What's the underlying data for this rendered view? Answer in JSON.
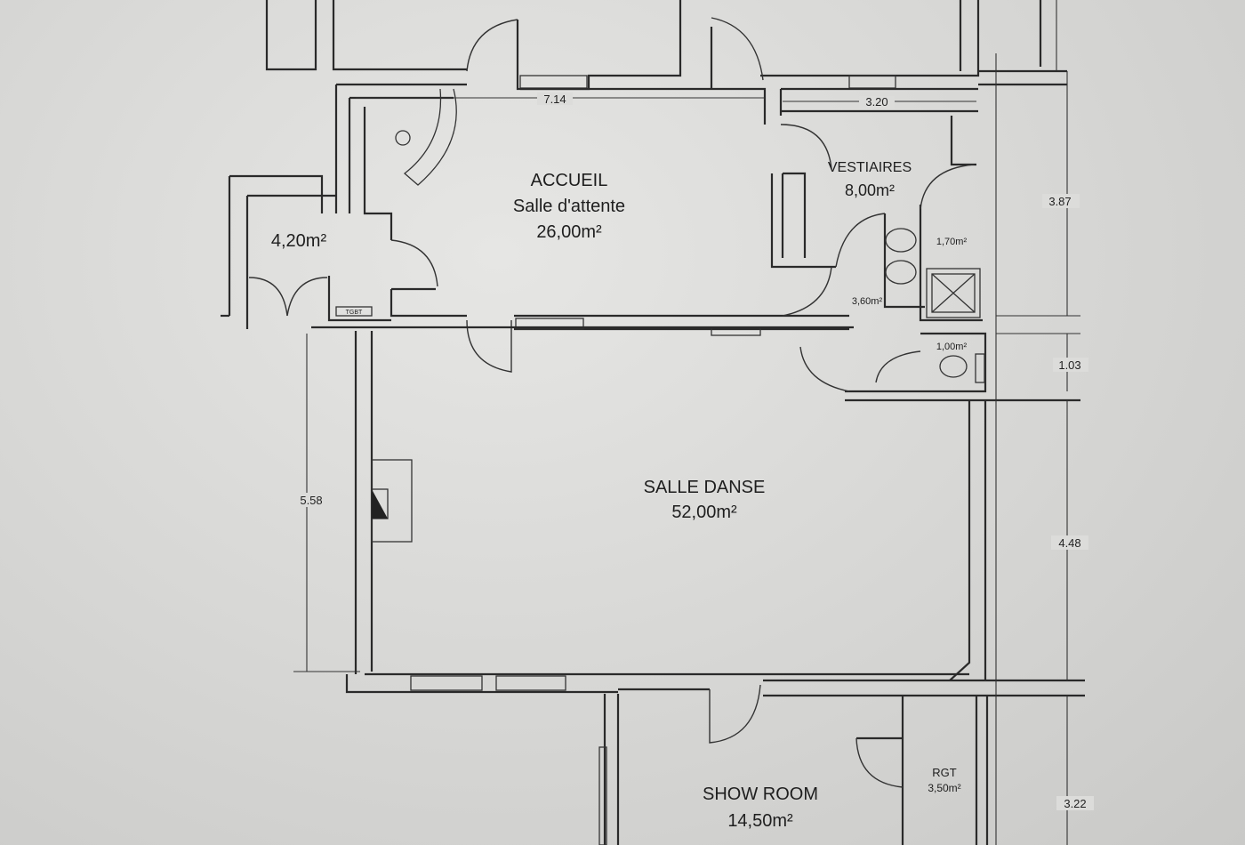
{
  "rooms": {
    "accueil": {
      "name": "ACCUEIL",
      "subtitle": "Salle d'attente",
      "area": "26,00m²"
    },
    "storage_left": {
      "area": "4,20m²"
    },
    "vestiaires": {
      "name": "VESTIAIRES",
      "area": "8,00m²"
    },
    "wc1": {
      "area": "1,70m²"
    },
    "sas": {
      "area": "3,60m²"
    },
    "wc2": {
      "area": "1,00m²"
    },
    "salle_danse": {
      "name": "SALLE DANSE",
      "area": "52,00m²"
    },
    "show_room": {
      "name": "SHOW ROOM",
      "area": "14,50m²"
    },
    "rgt": {
      "name": "RGT",
      "area": "3,50m²"
    }
  },
  "dimensions": {
    "top_accueil": "7.14",
    "top_vestiaires": "3.20",
    "right_upper": "3.87",
    "right_wc": "1.03",
    "right_danse": "4.48",
    "left_danse": "5.58",
    "right_lower": "3.22"
  },
  "small_label": "TGBT"
}
